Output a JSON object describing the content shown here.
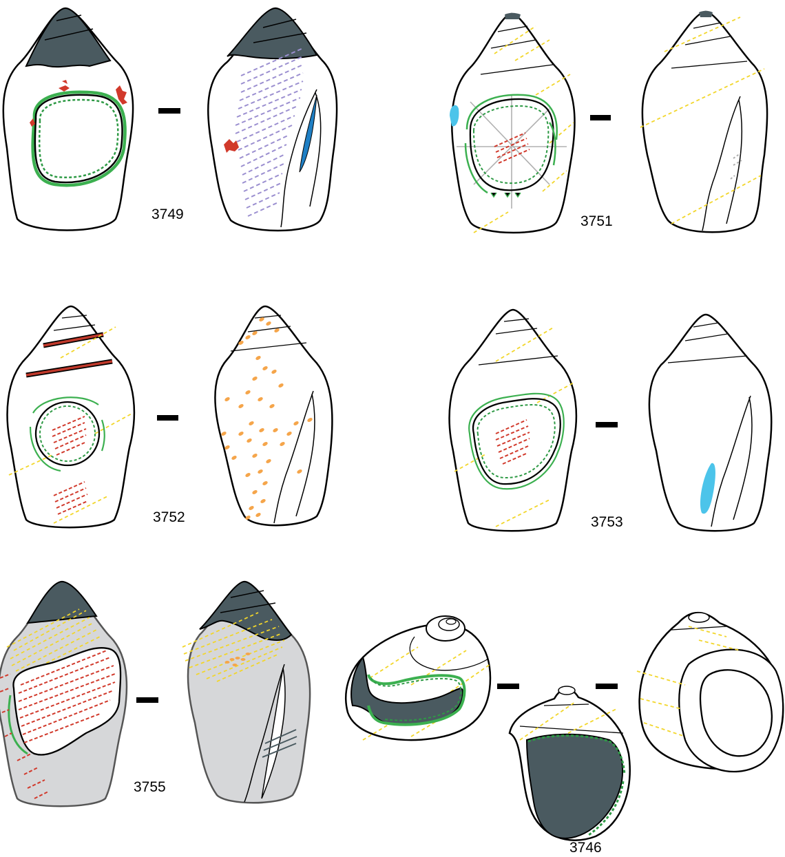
{
  "specimens": [
    {
      "id": "3749",
      "label": "3749"
    },
    {
      "id": "3751",
      "label": "3751"
    },
    {
      "id": "3752",
      "label": "3752"
    },
    {
      "id": "3753",
      "label": "3753"
    },
    {
      "id": "3755",
      "label": "3755"
    },
    {
      "id": "3746",
      "label": "3746"
    }
  ],
  "colors": {
    "outline": "#000000",
    "spire_dark": "#4a5a60",
    "green_line": "#3cb050",
    "green_dashed": "#2e9a45",
    "yellow_dashed": "#f2d62a",
    "red": "#d1392b",
    "purple_dashed": "#9b8fd0",
    "blue": "#1f7fc4",
    "cyan": "#4cc4ea",
    "orange": "#f5a54a",
    "grey_fill": "#d6d7d9",
    "grid_grey": "#b0b0b0"
  }
}
